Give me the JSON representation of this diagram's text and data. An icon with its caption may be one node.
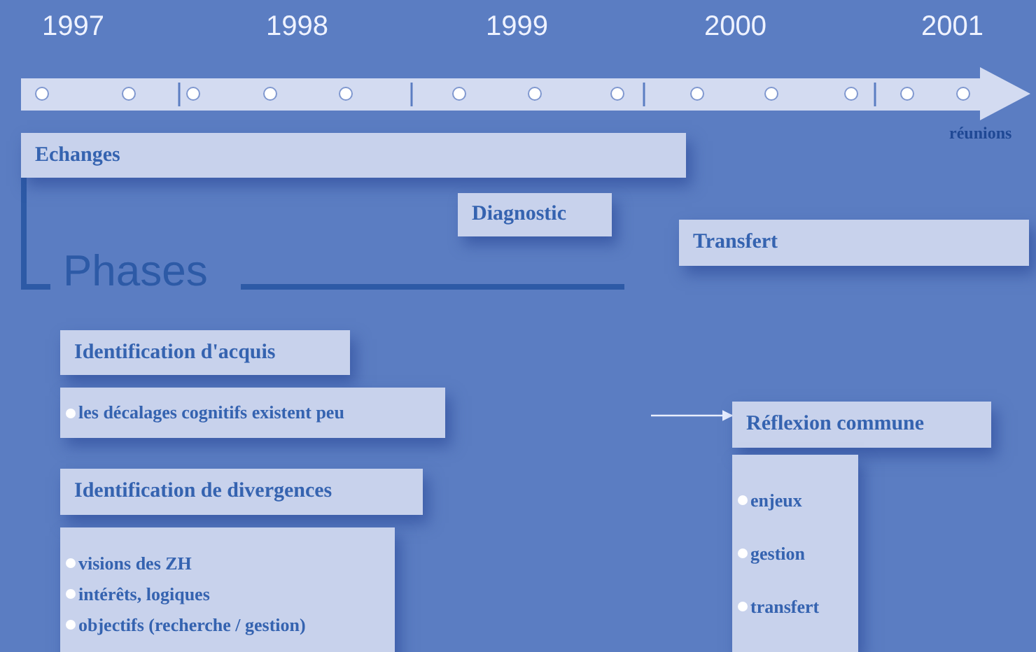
{
  "diagram": {
    "nodes": [
      {
        "text": [
          "Echanges"
        ]
      },
      {
        "text": [
          "Diagnostic"
        ]
      },
      {
        "text": [
          "Transfert"
        ]
      },
      {
        "text": [
          "Identification d'acquis"
        ]
      },
      {
        "text": [
          "les décalages cognitifs existent peu"
        ]
      },
      {
        "text": [
          "Identification de divergences"
        ]
      },
      {
        "text": [
          "visions des ZH",
          "intérêts, logiques",
          "objectifs (recherche / gestion)"
        ]
      },
      {
        "text": [
          "Réflexion commune"
        ]
      },
      {
        "text": [
          "enjeux",
          "gestion",
          "transfert"
        ]
      }
    ],
    "edges": [
      {
        "from": null,
        "to": 7,
        "arrow": "to"
      }
    ],
    "labels": [
      "1997",
      "1998",
      "1999",
      "2000",
      "2001",
      "réunions",
      "Phases"
    ]
  }
}
